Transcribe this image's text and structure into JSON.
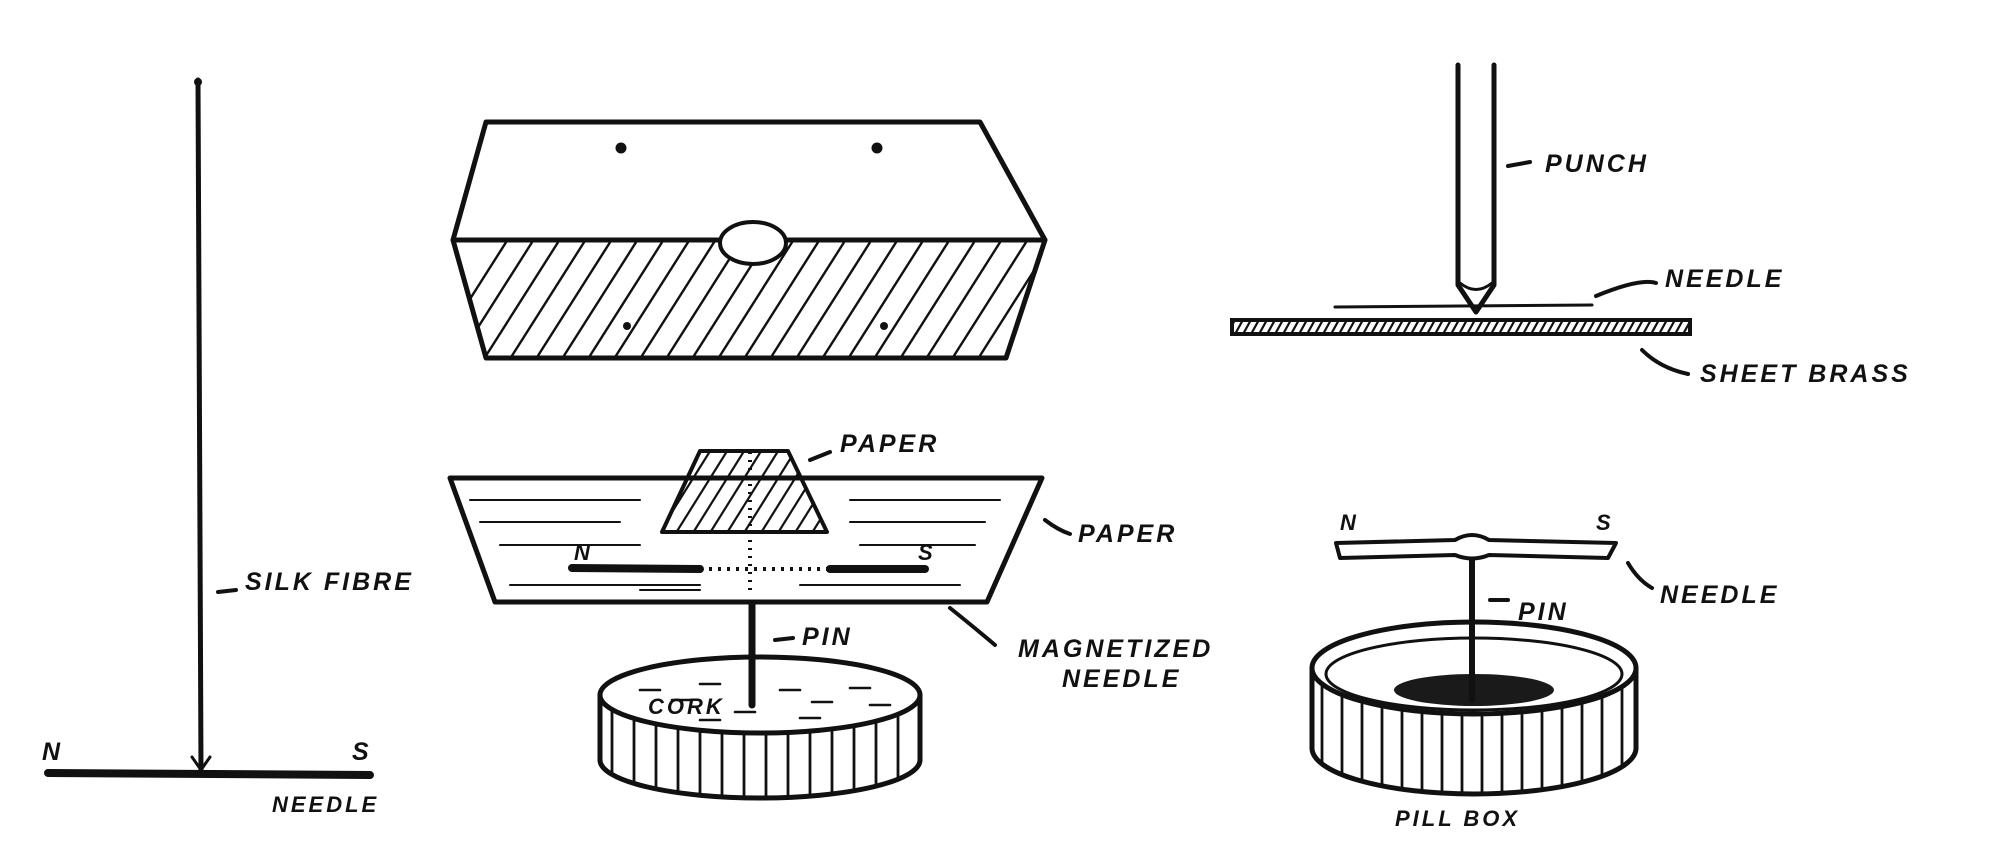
{
  "figure": {
    "colors": {
      "ink": "#111111",
      "background": "#ffffff",
      "fill_dark": "#1a1a1a"
    },
    "panel_suspended_needle": {
      "fibre_label": "SILK FIBRE",
      "north_label": "N",
      "south_label": "S",
      "needle_label": "NEEDLE"
    },
    "panel_paper_compass": {
      "paper_top_label": "PAPER",
      "paper_label": "PAPER",
      "north_label": "N",
      "south_label": "S",
      "pin_label": "PIN",
      "magnetized_label_line1": "MAGNETIZED",
      "magnetized_label_line2": "NEEDLE",
      "cork_label": "CORK"
    },
    "panel_punch": {
      "punch_label": "PUNCH",
      "needle_label": "NEEDLE",
      "sheet_label": "SHEET BRASS"
    },
    "panel_pillbox": {
      "north_label": "N",
      "south_label": "S",
      "needle_label": "NEEDLE",
      "pin_label": "PIN",
      "box_label": "PILL BOX"
    }
  }
}
